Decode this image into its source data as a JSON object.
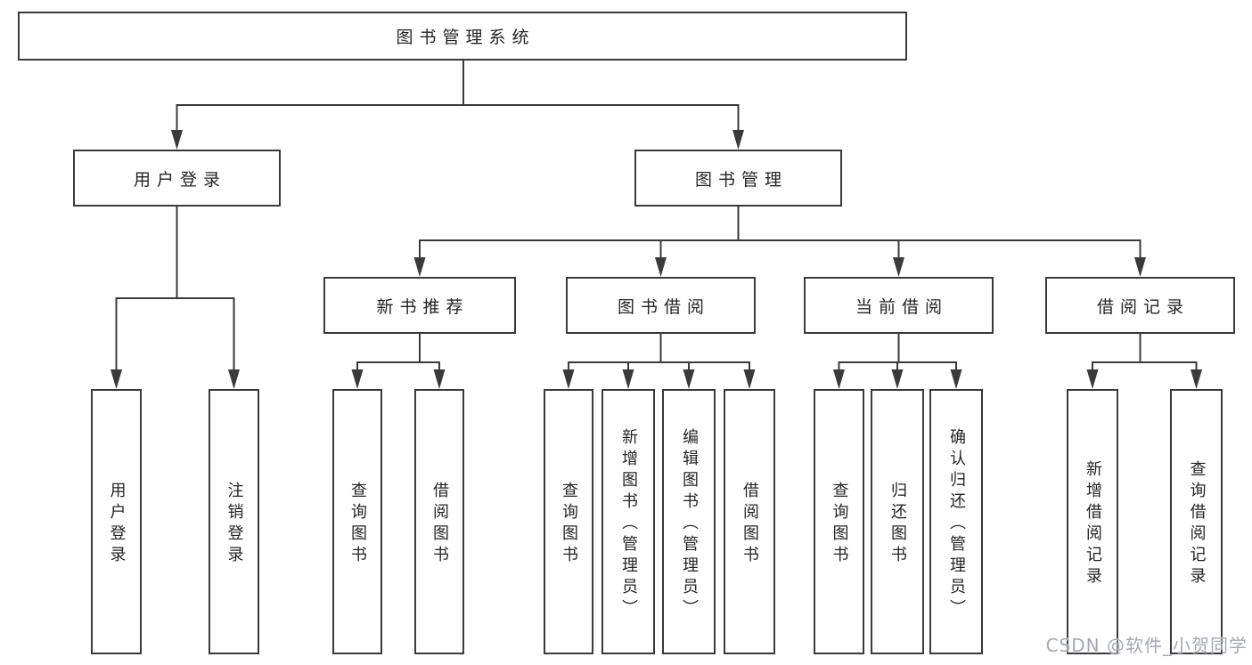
{
  "diagram": {
    "root": {
      "id": "library-management-system",
      "label": "图书管理系统"
    },
    "level2": [
      {
        "id": "user-login",
        "label": "用户登录",
        "parent": "图书管理系统"
      },
      {
        "id": "book-management",
        "label": "图书管理",
        "parent": "图书管理系统"
      }
    ],
    "level3": [
      {
        "id": "new-book-recommend",
        "label": "新书推荐",
        "parent": "图书管理"
      },
      {
        "id": "book-borrowing",
        "label": "图书借阅",
        "parent": "图书管理"
      },
      {
        "id": "current-borrowing",
        "label": "当前借阅",
        "parent": "图书管理"
      },
      {
        "id": "borrowing-records",
        "label": "借阅记录",
        "parent": "图书管理"
      }
    ],
    "leaves": [
      {
        "id": "user-login-action",
        "label": "用户登录",
        "parent": "用户登录"
      },
      {
        "id": "logout-action",
        "label": "注销登录",
        "parent": "用户登录"
      },
      {
        "id": "query-books-recommend",
        "label": "查询图书",
        "parent": "新书推荐"
      },
      {
        "id": "borrow-books-recommend",
        "label": "借阅图书",
        "parent": "新书推荐"
      },
      {
        "id": "query-books-borrowing",
        "label": "查询图书",
        "parent": "图书借阅"
      },
      {
        "id": "add-books-admin",
        "label": "新增图书（管理员）",
        "parent": "图书借阅"
      },
      {
        "id": "edit-books-admin",
        "label": "编辑图书（管理员）",
        "parent": "图书借阅"
      },
      {
        "id": "borrow-books-borrowing",
        "label": "借阅图书",
        "parent": "图书借阅"
      },
      {
        "id": "query-books-current",
        "label": "查询图书",
        "parent": "当前借阅"
      },
      {
        "id": "return-books",
        "label": "归还图书",
        "parent": "当前借阅"
      },
      {
        "id": "confirm-return-admin",
        "label": "确认归还（管理员）",
        "parent": "当前借阅"
      },
      {
        "id": "add-borrowing-record",
        "label": "新增借阅记录",
        "parent": "借阅记录"
      },
      {
        "id": "query-borrowing-record",
        "label": "查询借阅记录",
        "parent": "借阅记录"
      }
    ],
    "watermark": "CSDN @软件_小贺同学",
    "colors": {
      "line": "#3a3a3a",
      "box_border": "#3a3a3a",
      "text": "#242424",
      "watermark": "#a4a9b1",
      "background": "#ffffff"
    }
  }
}
